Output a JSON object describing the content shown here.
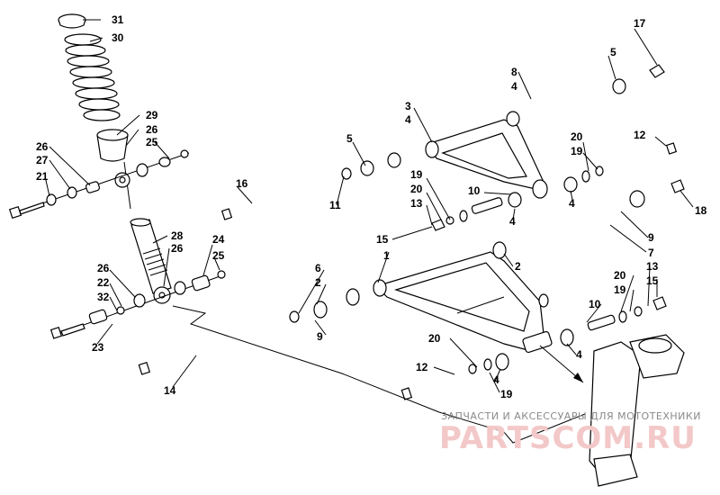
{
  "callouts": {
    "c1": "1",
    "c2a": "2",
    "c2b": "2",
    "c3": "3",
    "c4a": "4",
    "c4b": "4",
    "c4c": "4",
    "c4d": "4",
    "c4e": "4",
    "c4f": "4",
    "c5a": "5",
    "c5b": "5",
    "c6": "6",
    "c7": "7",
    "c8": "8",
    "c9a": "9",
    "c9b": "9",
    "c10a": "10",
    "c10b": "10",
    "c11": "11",
    "c12a": "12",
    "c12b": "12",
    "c13a": "13",
    "c13b": "13",
    "c14": "14",
    "c15a": "15",
    "c15b": "15",
    "c16": "16",
    "c17": "17",
    "c18": "18",
    "c19a": "19",
    "c19b": "19",
    "c19c": "19",
    "c19d": "19",
    "c20a": "20",
    "c20b": "20",
    "c20c": "20",
    "c20d": "20",
    "c21": "21",
    "c22": "22",
    "c23": "23",
    "c24": "24",
    "c25a": "25",
    "c25b": "25",
    "c26a": "26",
    "c26b": "26",
    "c26c": "26",
    "c26d": "26",
    "c27": "27",
    "c28": "28",
    "c29": "29",
    "c30": "30",
    "c31": "31",
    "c32": "32"
  },
  "watermark": {
    "line1": "ЗАПЧАСТИ И АКСЕССУАРЫ ДЛЯ МОТОТЕХНИКИ",
    "line2": "PARTSCOM.RU"
  }
}
